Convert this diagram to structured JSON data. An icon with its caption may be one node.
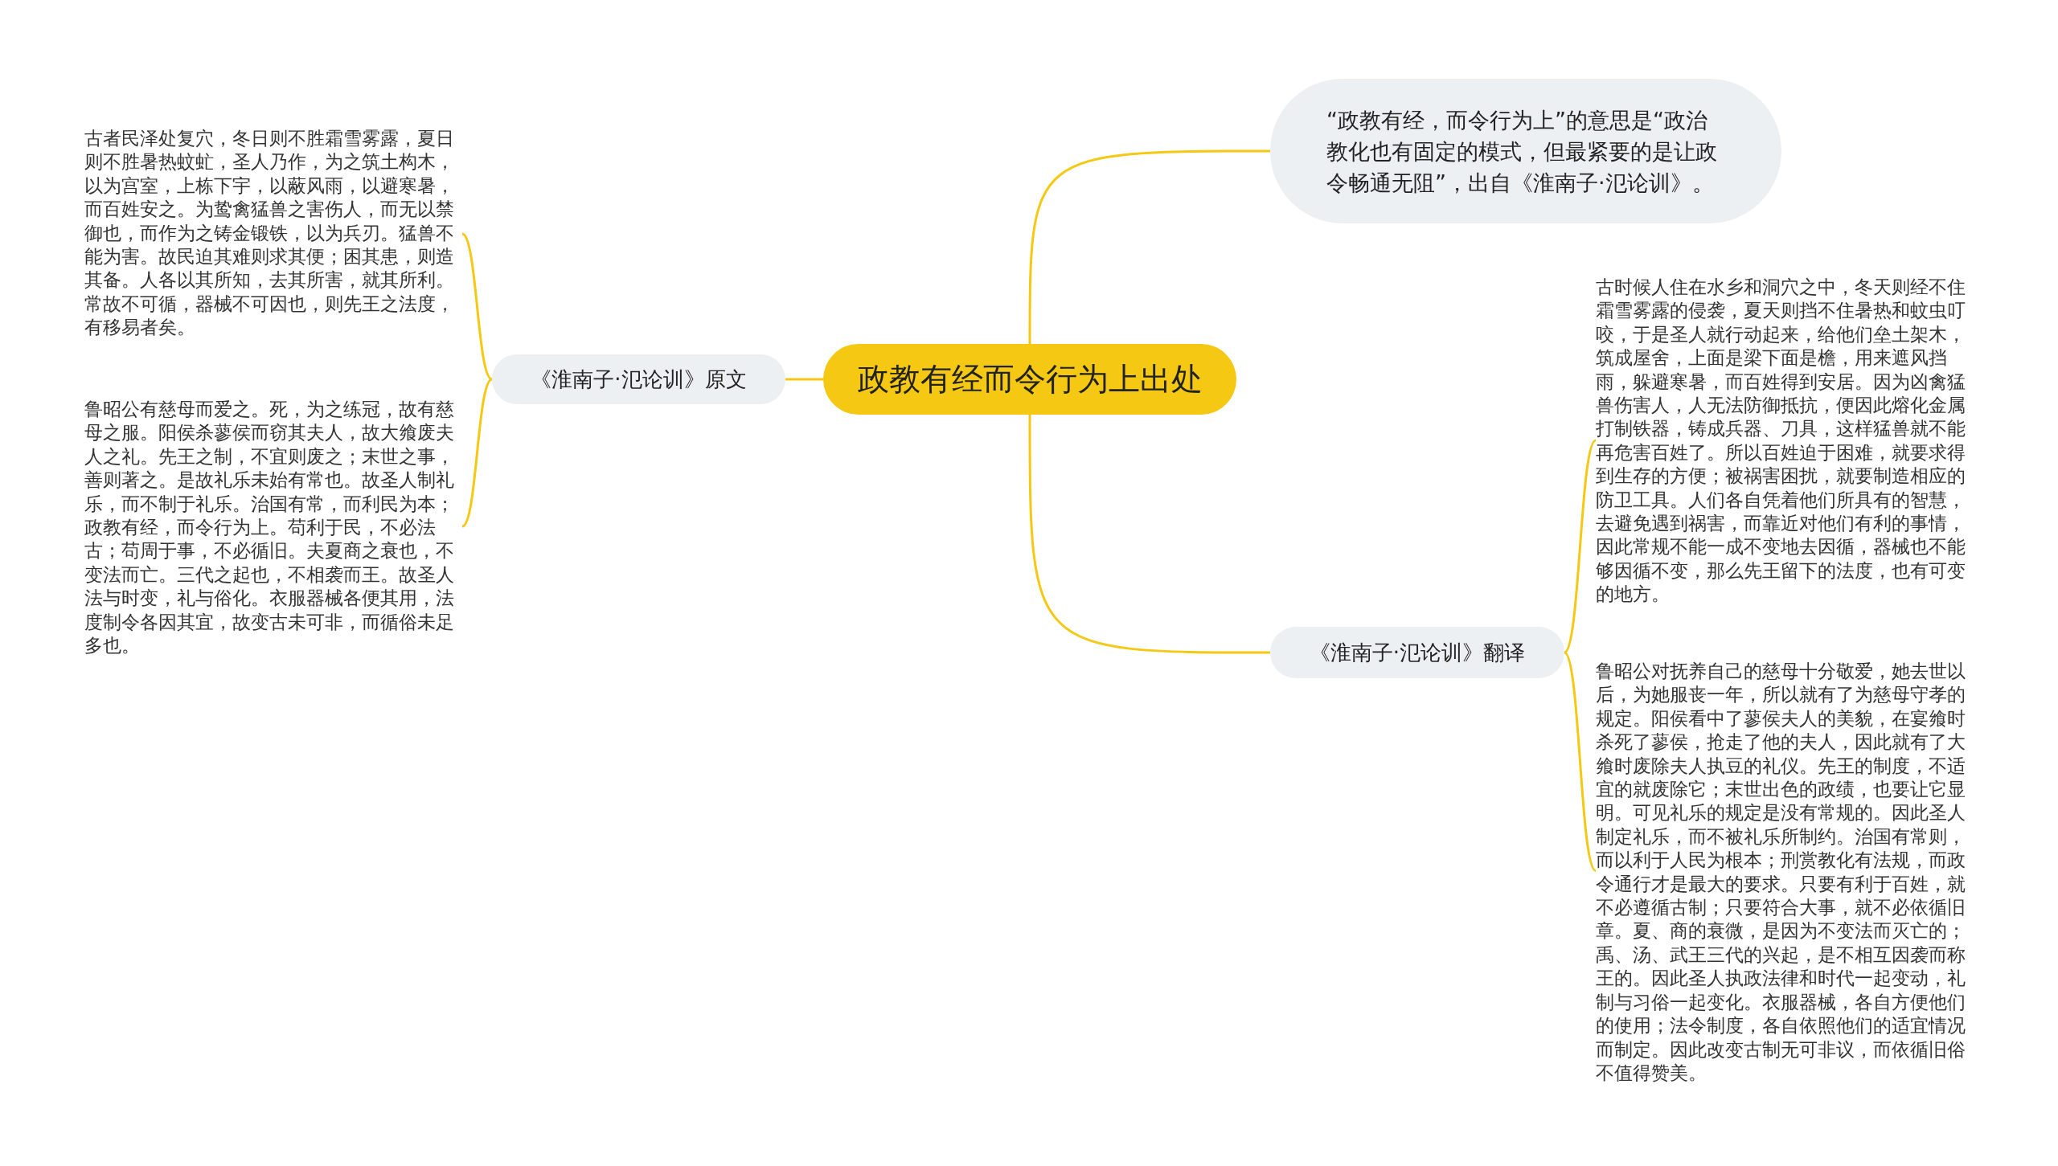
{
  "diagram": {
    "nodes": [
      {
        "text": [
          "政教有经而令行为上出处"
        ]
      },
      {
        "text": [
          "“政教有经，而令行为上”的意思是“政治教化也有固定的模式，但最紧要的是让政令畅通无阻”，出自《淮南子·氾论训》。"
        ]
      },
      {
        "text": [
          "《淮南子·氾论训》原文"
        ]
      },
      {
        "text": [
          "古者民泽处复穴，冬日则不胜霜雪雾露，夏日则不胜暑热蚊虻，圣人乃作，为之筑土构木，以为宫室，上栋下宇，以蔽风雨，以避寒暑，而百姓安之。为鸷禽猛兽之害伤人，而无以禁御也，而作为之铸金锻铁，以为兵刃。猛兽不能为害。故民迫其难则求其便；困其患，则造其备。人各以其所知，去其所害，就其所利。常故不可循，器械不可因也，则先王之法度，有移易者矣。"
        ]
      },
      {
        "text": [
          "鲁昭公有慈母而爱之。死，为之练冠，故有慈母之服。阳侯杀蓼侯而窃其夫人，故大飨废夫人之礼。先王之制，不宜则废之；末世之事，善则著之。是故礼乐未始有常也。故圣人制礼乐，而不制于礼乐。治国有常，而利民为本；政教有经，而令行为上。苟利于民，不必法古；苟周于事，不必循旧。夫夏商之衰也，不变法而亡。三代之起也，不相袭而王。故圣人法与时变，礼与俗化。衣服器械各便其用，法度制令各因其宜，故变古未可非，而循俗未足多也。"
        ]
      },
      {
        "text": [
          "《淮南子·氾论训》翻译"
        ]
      },
      {
        "text": [
          "古时候人住在水乡和洞穴之中，冬天则经不住霜雪雾露的侵袭，夏天则挡不住暑热和蚊虫叮咬，于是圣人就行动起来，给他们垒土架木，筑成屋舍，上面是梁下面是檐，用来遮风挡雨，躲避寒暑，而百姓得到安居。因为凶禽猛兽伤害人，人无法防御抵抗，便因此熔化金属打制铁器，铸成兵器、刀具，这样猛兽就不能再危害百姓了。所以百姓迫于困难，就要求得到生存的方便；被祸害困扰，就要制造相应的防卫工具。人们各自凭着他们所具有的智慧，去避免遇到祸害，而靠近对他们有利的事情，因此常规不能一成不变地去因循，器械也不能够因循不变，那么先王留下的法度，也有可变的地方。"
        ]
      },
      {
        "text": [
          "鲁昭公对抚养自己的慈母十分敬爱，她去世以后，为她服丧一年，所以就有了为慈母守孝的规定。阳侯看中了蓼侯夫人的美貌，在宴飨时杀死了蓼侯，抢走了他的夫人，因此就有了大飨时废除夫人执豆的礼仪。先王的制度，不适宜的就废除它；末世出色的政绩，也要让它显明。可见礼乐的规定是没有常规的。因此圣人制定礼乐，而不被礼乐所制约。治国有常则，而以利于人民为根本；刑赏教化有法规，而政令通行才是最大的要求。只要有利于百姓，就不必遵循古制；只要符合大事，就不必依循旧章。夏、商的衰微，是因为不变法而灭亡的；禹、汤、武王三代的兴起，是不相互因袭而称王的。因此圣人执政法律和时代一起变动，礼制与习俗一起变化。衣服器械，各自方便他们的使用；法令制度，各自依照他们的适宜情况而制定。因此改变古制无可非议，而依循旧俗不值得赞美。"
        ]
      }
    ],
    "edges": [
      {
        "from": 0,
        "to": 1,
        "arrow": "none"
      },
      {
        "from": 0,
        "to": 2,
        "arrow": "none"
      },
      {
        "from": 2,
        "to": 3,
        "arrow": "none"
      },
      {
        "from": 2,
        "to": 4,
        "arrow": "none"
      },
      {
        "from": 0,
        "to": 5,
        "arrow": "none"
      },
      {
        "from": 5,
        "to": 6,
        "arrow": "none"
      },
      {
        "from": 5,
        "to": 7,
        "arrow": "none"
      }
    ]
  }
}
